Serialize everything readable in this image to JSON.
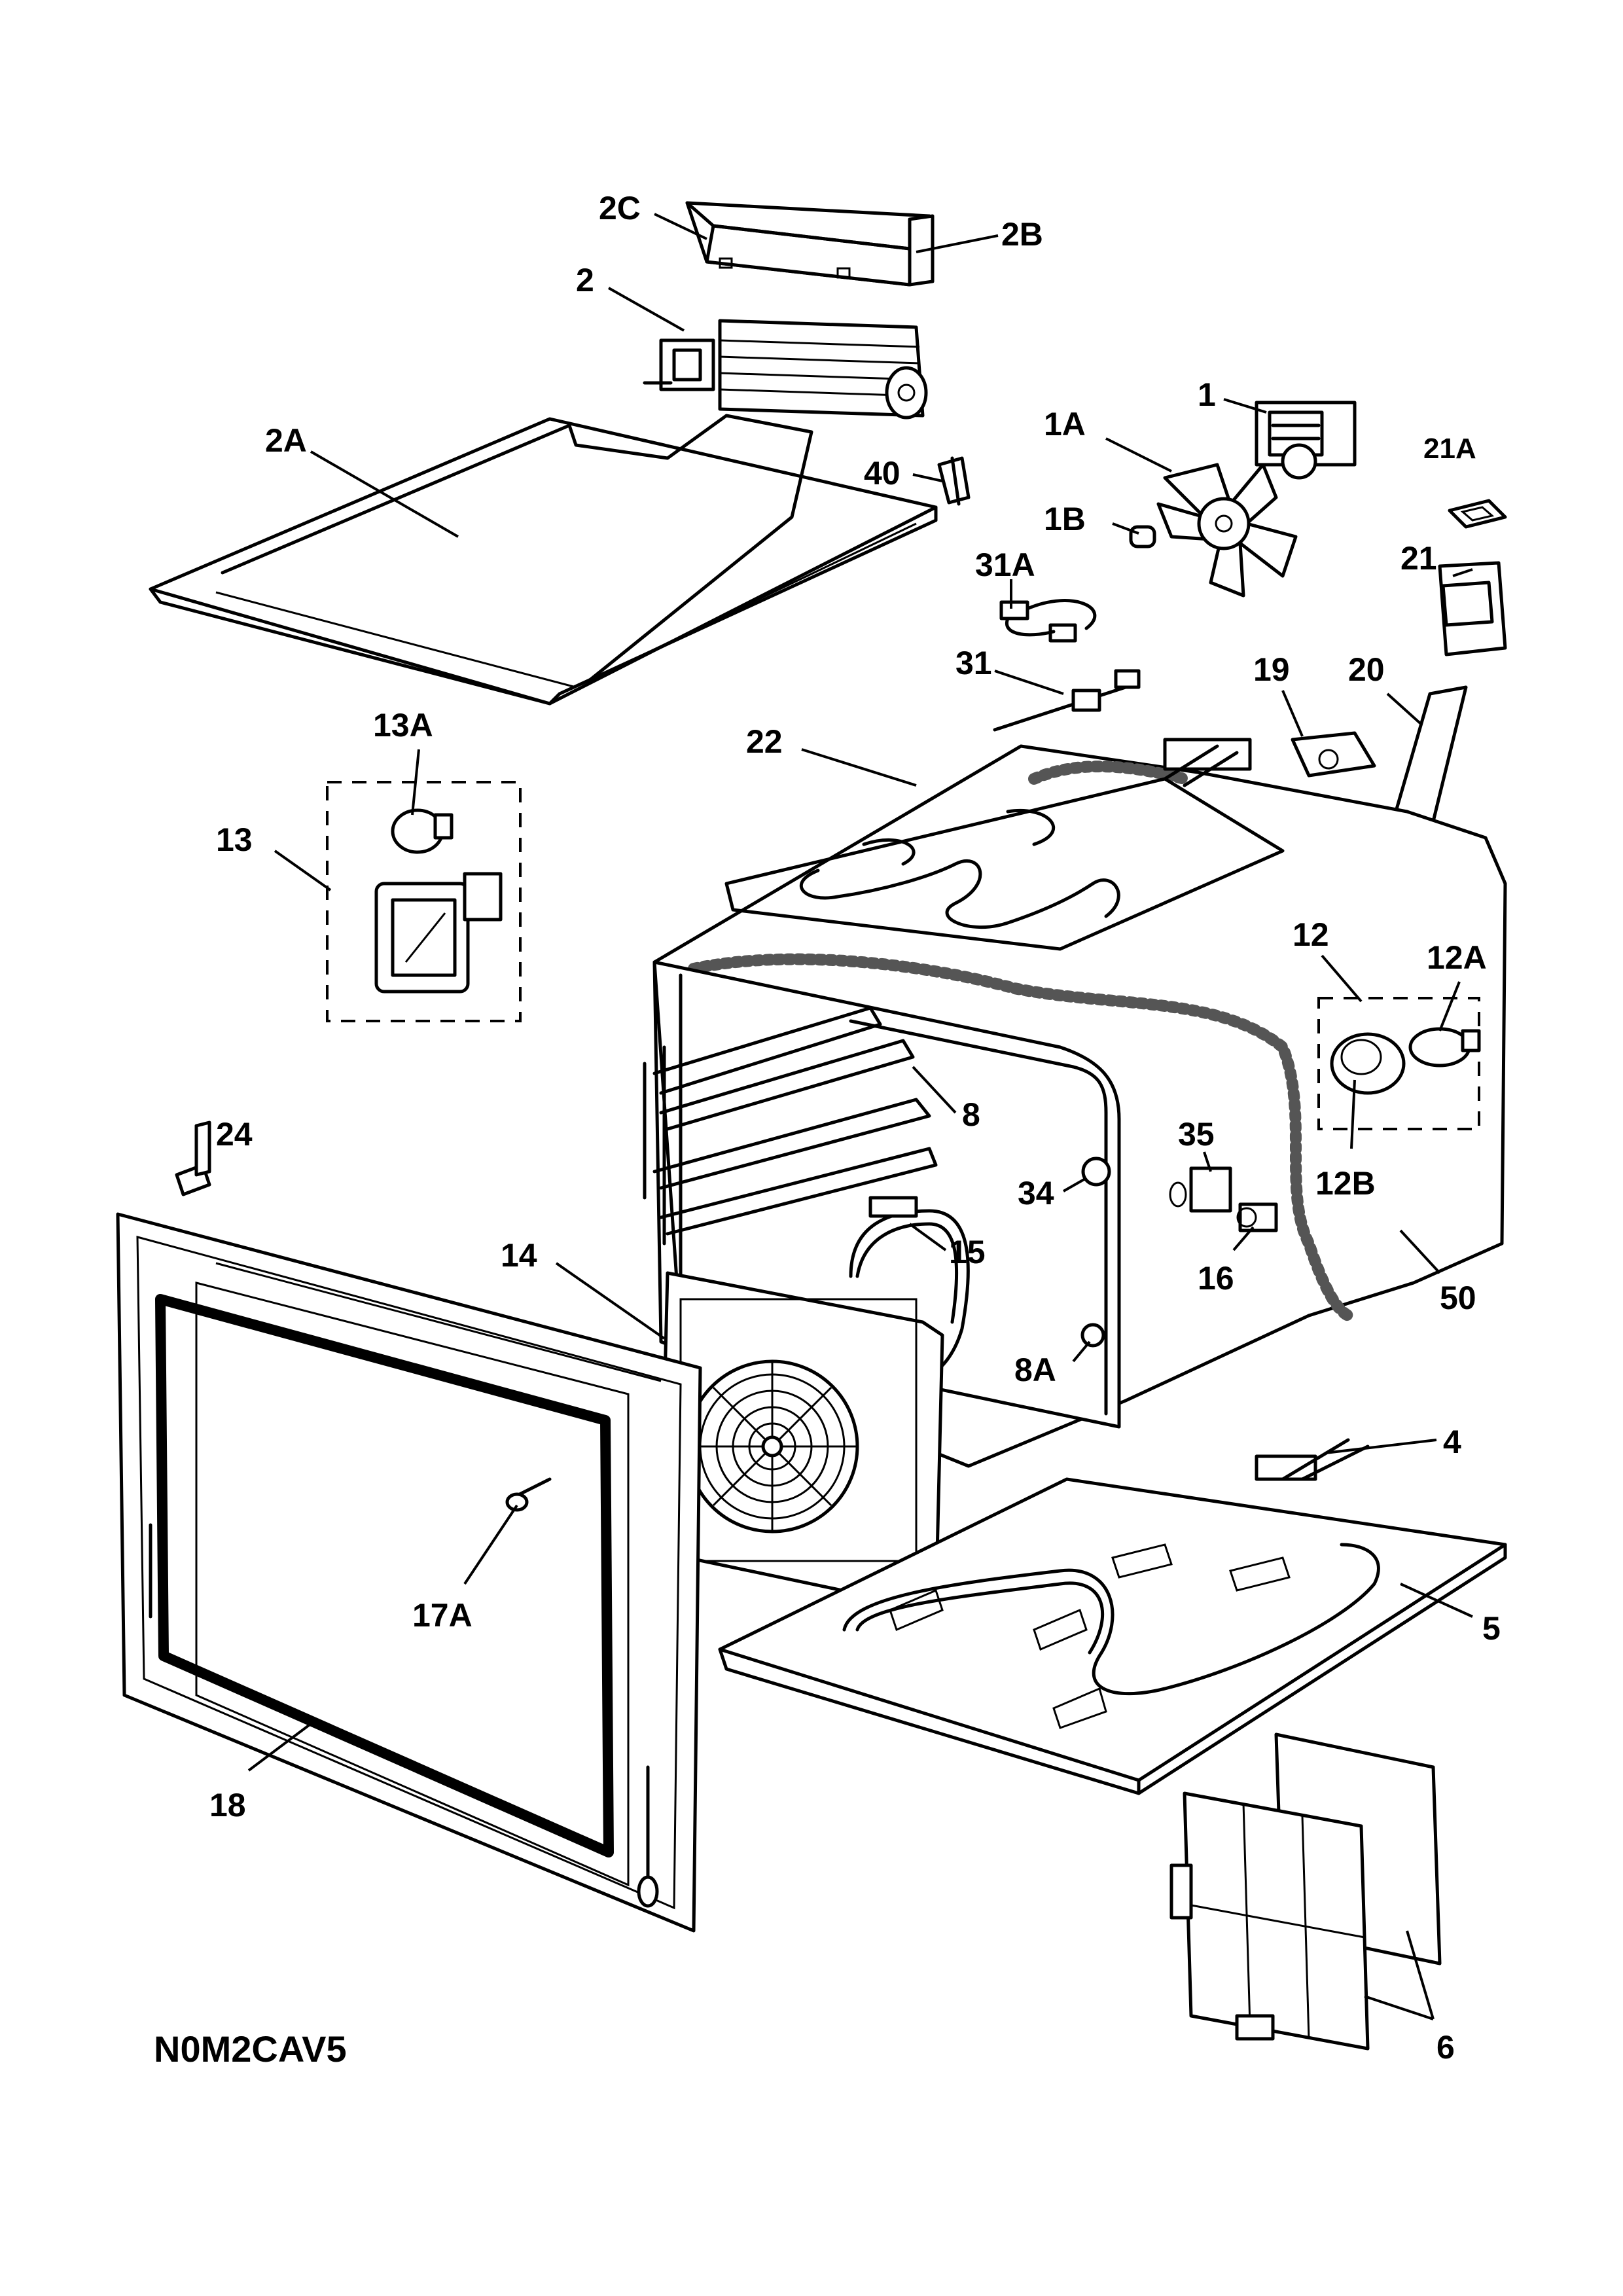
{
  "drawing_code": "N0M2CAV5",
  "labels": {
    "l2C": "2C",
    "l2B": "2B",
    "l2": "2",
    "l2A": "2A",
    "l1": "1",
    "l1A": "1A",
    "l1B": "1B",
    "l21A": "21A",
    "l40": "40",
    "l21": "21",
    "l31A": "31A",
    "l31": "31",
    "l19": "19",
    "l20": "20",
    "l22": "22",
    "l13A": "13A",
    "l13": "13",
    "l12": "12",
    "l12A": "12A",
    "l12B": "12B",
    "l8": "8",
    "l24": "24",
    "l35": "35",
    "l34": "34",
    "l14": "14",
    "l15": "15",
    "l16": "16",
    "l50": "50",
    "l8A": "8A",
    "l4": "4",
    "l17A": "17A",
    "l5": "5",
    "l18": "18",
    "l6": "6"
  }
}
